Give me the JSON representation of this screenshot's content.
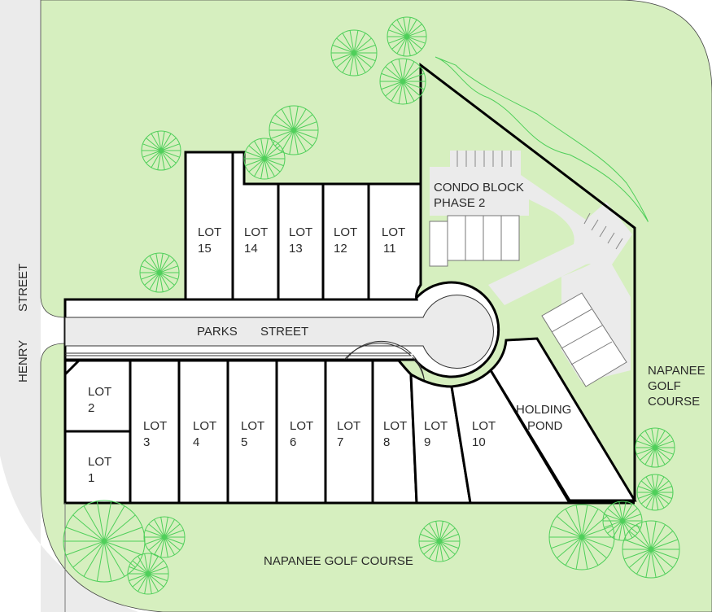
{
  "colors": {
    "grass": "#d6efbf",
    "road": "#ebebeb",
    "tree": "#4fcf5a",
    "line": "#000000"
  },
  "streets": {
    "henry_1": "HENRY",
    "henry_2": "STREET",
    "parks_1": "PARKS",
    "parks_2": "STREET"
  },
  "lots": [
    {
      "l1": "LOT",
      "l2": "1"
    },
    {
      "l1": "LOT",
      "l2": "2"
    },
    {
      "l1": "LOT",
      "l2": "3"
    },
    {
      "l1": "LOT",
      "l2": "4"
    },
    {
      "l1": "LOT",
      "l2": "5"
    },
    {
      "l1": "LOT",
      "l2": "6"
    },
    {
      "l1": "LOT",
      "l2": "7"
    },
    {
      "l1": "LOT",
      "l2": "8"
    },
    {
      "l1": "LOT",
      "l2": "9"
    },
    {
      "l1": "LOT",
      "l2": "10"
    },
    {
      "l1": "LOT",
      "l2": "11"
    },
    {
      "l1": "LOT",
      "l2": "12"
    },
    {
      "l1": "LOT",
      "l2": "13"
    },
    {
      "l1": "LOT",
      "l2": "14"
    },
    {
      "l1": "LOT",
      "l2": "15"
    }
  ],
  "condo": {
    "l1": "CONDO BLOCK",
    "l2": "PHASE 2"
  },
  "pond": {
    "l1": "HOLDING",
    "l2": "POND"
  },
  "golf_east": {
    "l1": "NAPANEE",
    "l2": "GOLF",
    "l3": "COURSE"
  },
  "golf_south": "NAPANEE GOLF COURSE"
}
